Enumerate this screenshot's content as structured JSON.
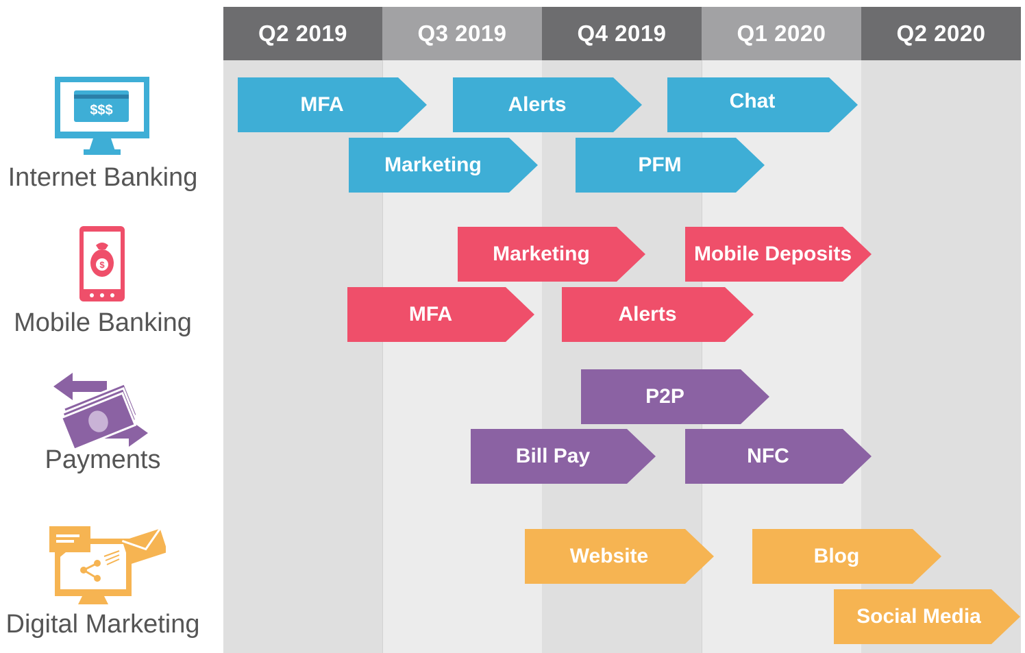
{
  "quarters": [
    {
      "label": "Q2 2019"
    },
    {
      "label": "Q3 2019"
    },
    {
      "label": "Q4 2019"
    },
    {
      "label": "Q1 2020"
    },
    {
      "label": "Q2 2020"
    }
  ],
  "categories": [
    {
      "label": "Internet Banking",
      "color": "#3eaed6",
      "icon": "computer-money-icon"
    },
    {
      "label": "Mobile Banking",
      "color": "#ef4f6a",
      "icon": "phone-money-bag-icon"
    },
    {
      "label": "Payments",
      "color": "#8b62a3",
      "icon": "money-transfer-icon"
    },
    {
      "label": "Digital Marketing",
      "color": "#f6b452",
      "icon": "monitor-share-mail-icon"
    }
  ],
  "bars": [
    {
      "label": "MFA",
      "category": 0
    },
    {
      "label": "Alerts",
      "category": 0
    },
    {
      "label": "Chat",
      "category": 0
    },
    {
      "label": "Marketing",
      "category": 0
    },
    {
      "label": "PFM",
      "category": 0
    },
    {
      "label": "Marketing",
      "category": 1
    },
    {
      "label": "Mobile Deposits",
      "category": 1
    },
    {
      "label": "MFA",
      "category": 1
    },
    {
      "label": "Alerts",
      "category": 1
    },
    {
      "label": "P2P",
      "category": 2
    },
    {
      "label": "Bill Pay",
      "category": 2
    },
    {
      "label": "NFC",
      "category": 2
    },
    {
      "label": "Website",
      "category": 3
    },
    {
      "label": "Blog",
      "category": 3
    },
    {
      "label": "Social Media",
      "category": 3
    }
  ],
  "icon_text": {
    "screen_money": "$$$"
  }
}
